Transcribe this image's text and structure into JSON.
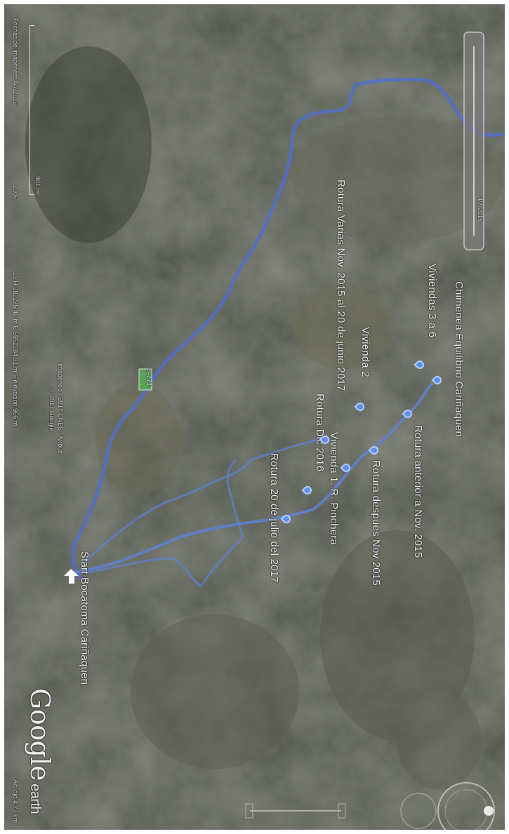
{
  "places": [
    {
      "id": "chimenea",
      "label": "Chimenea Equilibrio Cariñaquen"
    },
    {
      "id": "viviendas36",
      "label": "Viviendas 3 a 6"
    },
    {
      "id": "vivienda2",
      "label": "Vivienda 2"
    },
    {
      "id": "rotura_varias",
      "label": "Rotura Varias Nov. 2015 al 20 de junio 2017"
    },
    {
      "id": "rotura_anterior",
      "label": "Rotura anterior a Nov. 2015"
    },
    {
      "id": "rotura_despues",
      "label": "Rotura despues Nov 2015"
    },
    {
      "id": "rotura_dic",
      "label": "Rotura Dic 2016"
    },
    {
      "id": "vivienda1",
      "label": "Vivienda 1. R. Pinchera"
    },
    {
      "id": "rotura_20jul",
      "label": "Rotura 20 de julio del 2017"
    },
    {
      "id": "start",
      "label": "Start Bocatoma Cariñaquen"
    }
  ],
  "status_bar": {
    "imagery_date": "Fechas de imágenes: 4/7/2016",
    "year": "2006",
    "coords": "19 H  282275.48 m E  5952284.81 m S  elevación  966 m",
    "eye_alt": "Alt. ojo  4.73 km"
  },
  "scale": {
    "label": "901 m"
  },
  "attribution": {
    "imagery": "Imágenes ©2017 CNES / Airbus",
    "copyright": "© 2017 Google"
  },
  "logo": {
    "google": "Google",
    "earth": "earth"
  },
  "road_badge": {
    "label": "S-274"
  },
  "time_slider": {
    "label": "4/7/2016"
  },
  "colors": {
    "route": "#5e82d6",
    "river": "#4f6fcf",
    "pin": "#5d8fe8",
    "imagery": "#3f423a"
  }
}
